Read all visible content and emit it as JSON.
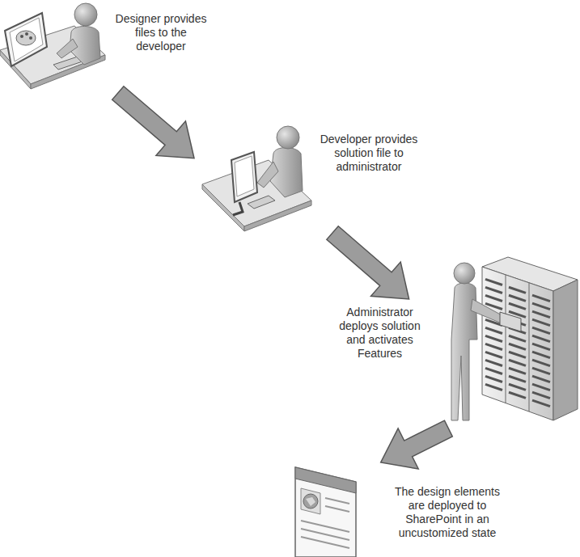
{
  "diagram": {
    "nodes": [
      {
        "text": [
          "Designer provides files to the developer"
        ]
      },
      {
        "text": [
          "Developer provides solution file to administrator"
        ]
      },
      {
        "text": [
          "Administrator deploys solution and activates Features"
        ]
      },
      {
        "text": [
          "The design elements are deployed to SharePoint in an uncustomized state"
        ]
      }
    ],
    "edges": [
      {
        "from": 0,
        "to": 1,
        "arrow": "to"
      },
      {
        "from": 1,
        "to": 2,
        "arrow": "to"
      },
      {
        "from": 2,
        "to": 3,
        "arrow": "to"
      }
    ]
  }
}
